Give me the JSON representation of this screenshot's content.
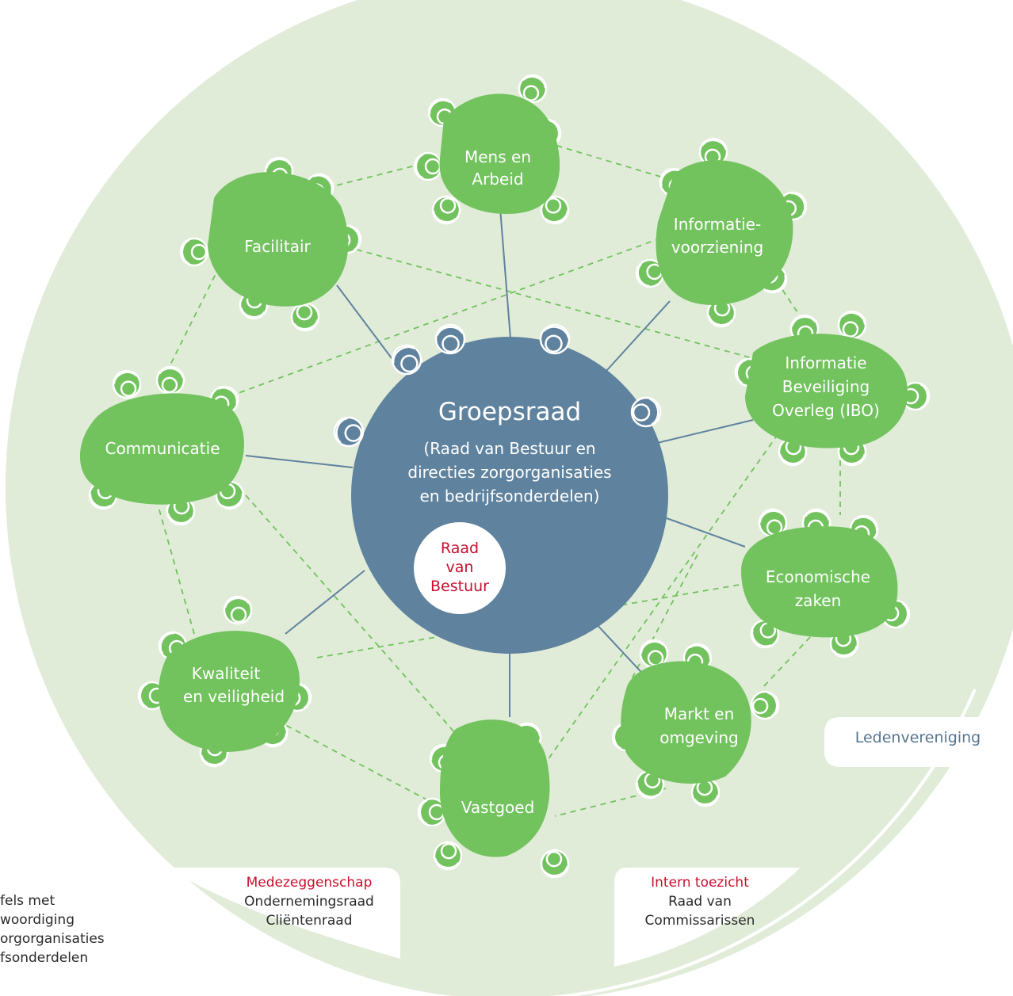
{
  "colors": {
    "background_circle": "#e0ecd8",
    "table_green": "#72c25e",
    "seat_green": "#72c25e",
    "center_blue": "#5f829e",
    "accent_red": "#c8102e",
    "connector_blue": "#5f829e",
    "dashed_green": "#72c25e"
  },
  "center": {
    "title": "Groepsraad",
    "subtitle_lines": [
      "(Raad van Bestuur en",
      "directies zorgorganisaties",
      "en bedrijfsonderdelen)"
    ],
    "inner_label_lines": [
      "Raad",
      "van",
      "Bestuur"
    ]
  },
  "tables": [
    {
      "id": "mens-en-arbeid",
      "lines": [
        "Mens en",
        "Arbeid"
      ]
    },
    {
      "id": "informatievoorziening",
      "lines": [
        "Informatie-",
        "voorziening"
      ]
    },
    {
      "id": "ibo",
      "lines": [
        "Informatie",
        "Beveiliging",
        "Overleg (IBO)"
      ]
    },
    {
      "id": "economische-zaken",
      "lines": [
        "Economische",
        "zaken"
      ]
    },
    {
      "id": "markt-en-omgeving",
      "lines": [
        "Markt en",
        "omgeving"
      ]
    },
    {
      "id": "vastgoed",
      "lines": [
        "Vastgoed"
      ]
    },
    {
      "id": "kwaliteit",
      "lines": [
        "Kwaliteit",
        "en veiligheid"
      ]
    },
    {
      "id": "communicatie",
      "lines": [
        "Communicatie"
      ]
    },
    {
      "id": "facilitair",
      "lines": [
        "Facilitair"
      ]
    }
  ],
  "medezeggenschap": {
    "heading": "Medezeggenschap",
    "lines": [
      "Ondernemingsraad",
      "Cliëntenraad"
    ]
  },
  "toezicht": {
    "heading": "Intern toezicht",
    "lines": [
      "Raad van",
      "Commissarissen"
    ]
  },
  "ledenvereniging": {
    "label": "Ledenvereniging"
  },
  "legend": {
    "lines": [
      "fels met",
      "woordiging",
      "orgorganisaties",
      "fsonderdelen"
    ]
  }
}
